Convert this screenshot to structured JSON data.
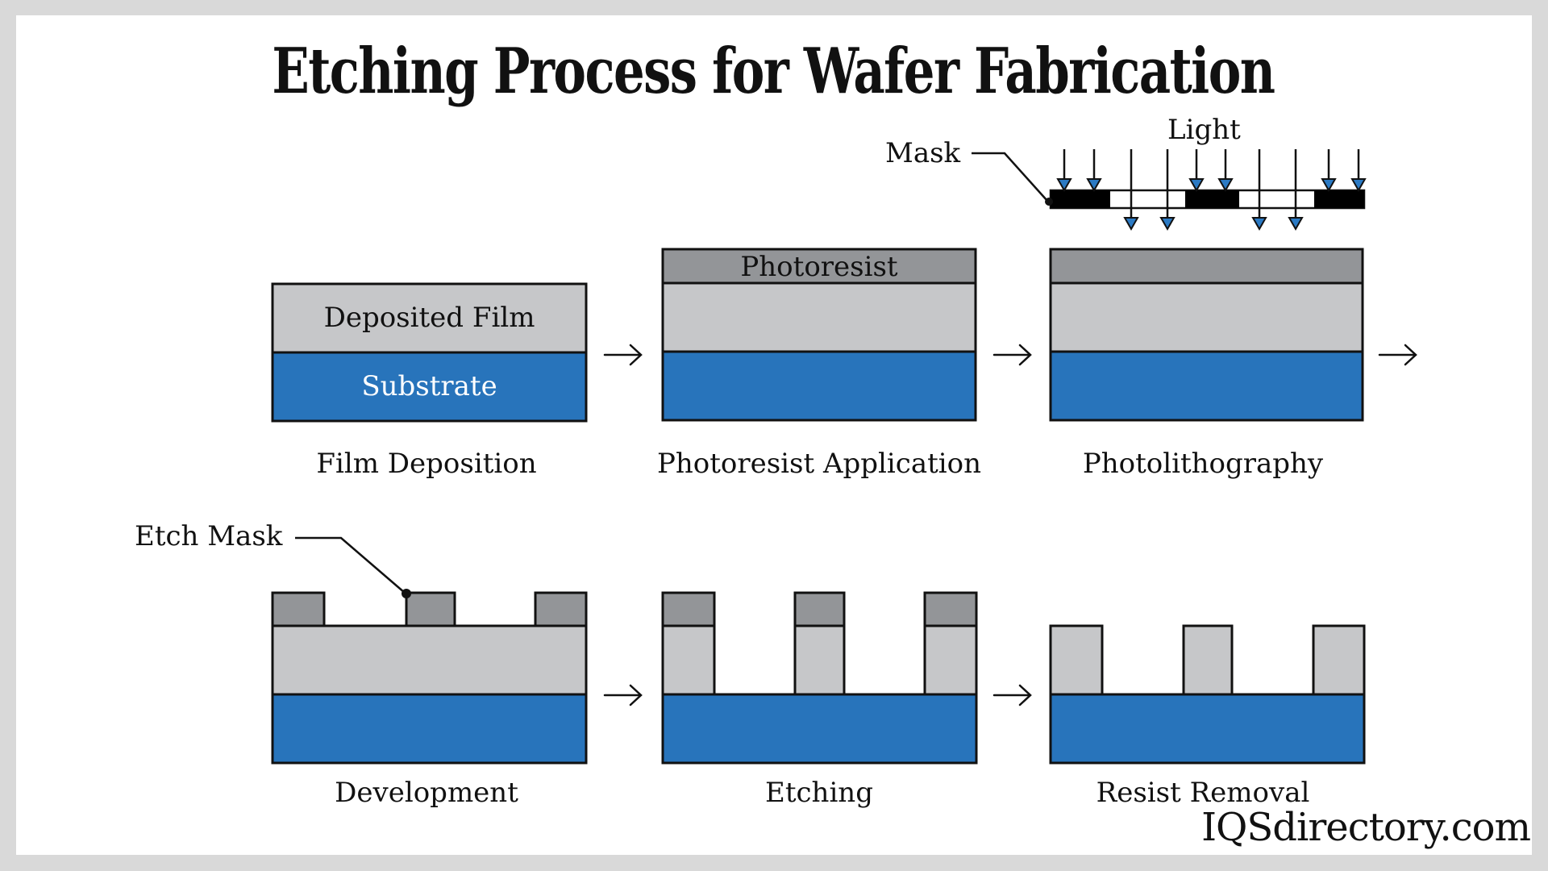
{
  "title": "Etching Process for Wafer Fabrication",
  "colors": {
    "substrate": "#2874bb",
    "film": "#c6c7c9",
    "photoresist": "#939598",
    "mask": "#000000",
    "arrowhead": "#2b7ac4",
    "outline": "#111111",
    "frame": "#d9d9d9",
    "background": "#ffffff"
  },
  "annotations": {
    "mask": "Mask",
    "light": "Light",
    "etch_mask": "Etch Mask"
  },
  "layers": {
    "deposited_film": "Deposited Film",
    "substrate": "Substrate",
    "photoresist": "Photoresist"
  },
  "steps": [
    {
      "label": "Film Deposition"
    },
    {
      "label": "Photoresist Application"
    },
    {
      "label": "Photolithography"
    },
    {
      "label": "Development"
    },
    {
      "label": "Etching"
    },
    {
      "label": "Resist Removal"
    }
  ],
  "flow_arrow_icon": "right-arrow-icon",
  "brand": "IQSdirectory.com"
}
